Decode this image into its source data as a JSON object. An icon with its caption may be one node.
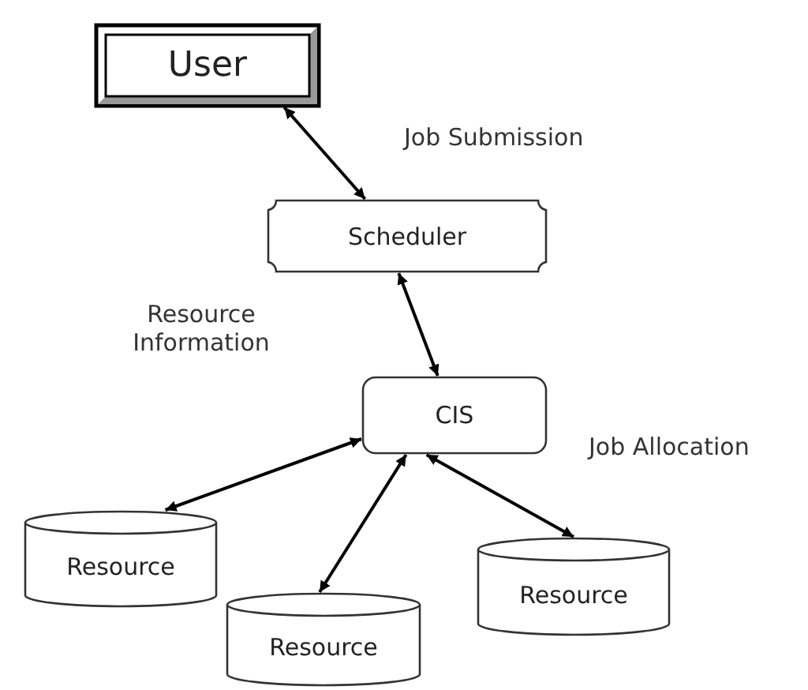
{
  "diagram": {
    "nodes": [
      {
        "text": [
          "User"
        ]
      },
      {
        "text": [
          "Scheduler"
        ]
      },
      {
        "text": [
          "CIS"
        ]
      },
      {
        "text": [
          "Resource"
        ]
      },
      {
        "text": [
          "Resource"
        ]
      },
      {
        "text": [
          "Resource"
        ]
      }
    ],
    "edges": [
      {
        "from": 0,
        "to": 1,
        "arrow": "both"
      },
      {
        "from": 1,
        "to": 2,
        "arrow": "both"
      },
      {
        "from": 2,
        "to": 3,
        "arrow": "both"
      },
      {
        "from": 2,
        "to": 4,
        "arrow": "both"
      },
      {
        "from": 2,
        "to": 5,
        "arrow": "both"
      }
    ],
    "labels": [
      "Job Submission",
      "Resource Information",
      "Job Allocation"
    ]
  }
}
